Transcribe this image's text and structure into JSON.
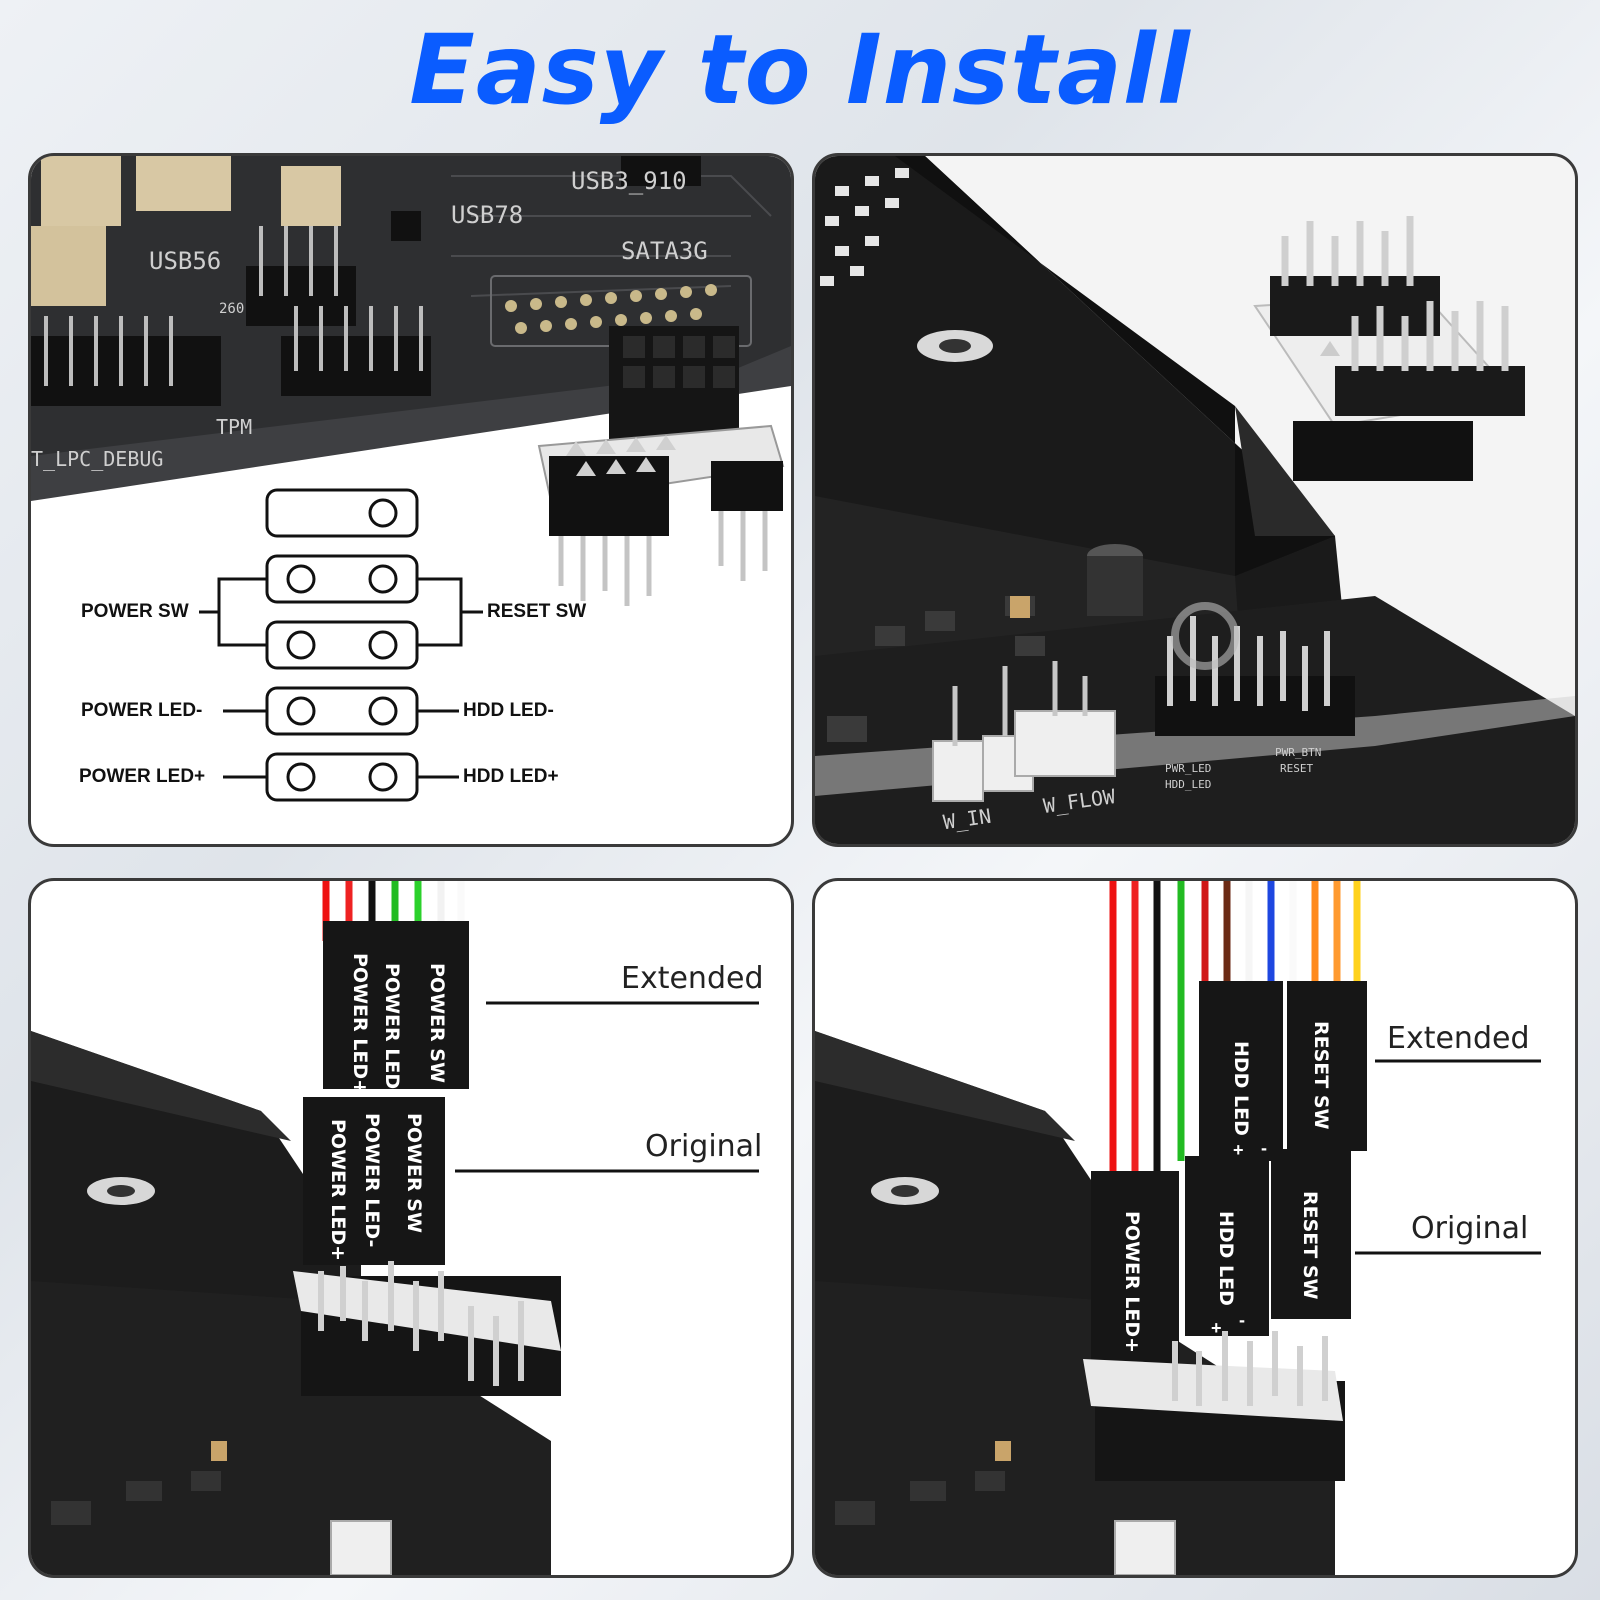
{
  "headline": "Easy to Install",
  "panel1": {
    "silkscreen": [
      "USB56",
      "USB78",
      "USB3_910",
      "SATA3G",
      "TPM",
      "T_LPC_DEBUG",
      "260"
    ],
    "pin_labels": {
      "power_sw": "POWER SW",
      "reset_sw": "RESET SW",
      "power_led_minus": "POWER LED-",
      "hdd_led_minus": "HDD LED-",
      "power_led_plus": "POWER LED+",
      "hdd_led_plus": "HDD LED+"
    }
  },
  "panel2": {
    "silkscreen": [
      "W_IN",
      "W_FLOW",
      "PWR_LED",
      "HDD_LED",
      "PWR_BTN",
      "RESET"
    ]
  },
  "panel3": {
    "extended_label": "Extended",
    "original_label": "Original",
    "extended_connector": [
      "POWER SW",
      "POWER LED-",
      "POWER LED+"
    ],
    "original_connector": [
      "POWER SW",
      "POWER LED-",
      "POWER LED+"
    ]
  },
  "panel4": {
    "extended_label": "Extended",
    "original_label": "Original",
    "extended_connector": [
      "RESET SW",
      "HDD LED"
    ],
    "original_connector": [
      "POWER LED+",
      "HDD LED",
      "RESET SW"
    ],
    "polarity": [
      "+",
      "-"
    ]
  },
  "colors": {
    "headline_blue": "#0a5cff",
    "board_black": "#1b1b1b",
    "panel_border": "#3a3a3a"
  }
}
